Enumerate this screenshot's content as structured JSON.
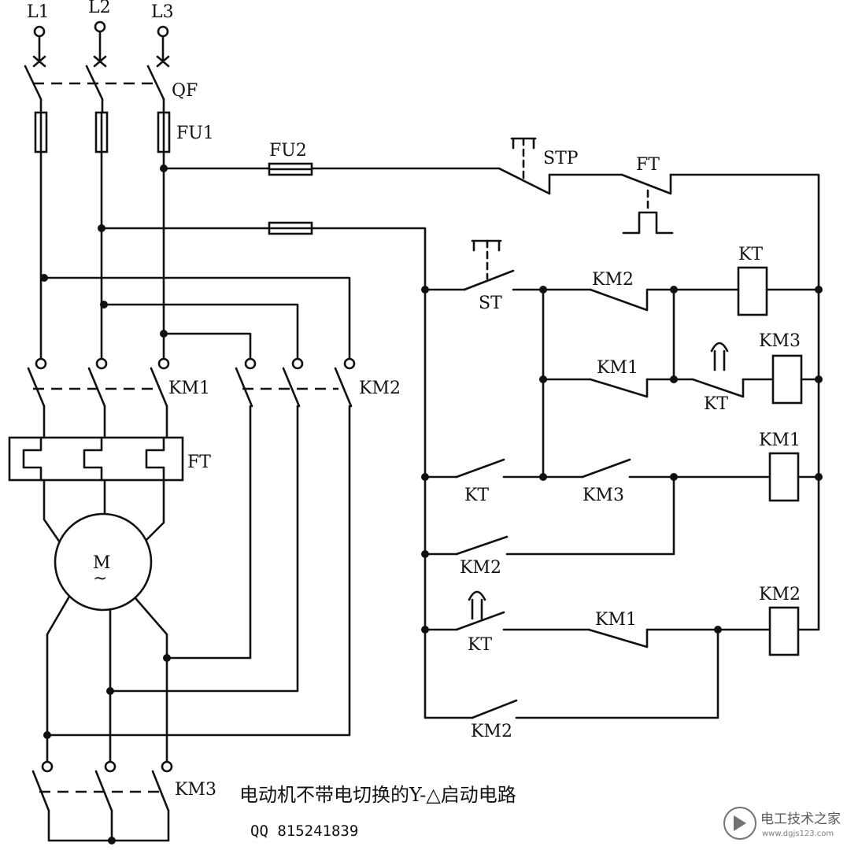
{
  "labels": {
    "L1": "L1",
    "L2": "L2",
    "L3": "L3",
    "QF": "QF",
    "FU1": "FU1",
    "FU2": "FU2",
    "STP": "STP",
    "FT_top": "FT",
    "ST": "ST",
    "KM1_main": "KM1",
    "KM2_main": "KM2",
    "FT_relay": "FT",
    "M": "M",
    "M_tilde": "~",
    "KM3_main": "KM3",
    "KT_coil": "KT",
    "KM2_nc1": "KM2",
    "KM3_coil": "KM3",
    "KM1_nc1": "KM1",
    "KT_td1": "KT",
    "KM1_coil": "KM1",
    "KT_no": "KT",
    "KM3_no": "KM3",
    "KM2_no1": "KM2",
    "KM2_coil": "KM2",
    "KT_td2": "KT",
    "KM1_nc2": "KM1",
    "KM2_no2": "KM2"
  },
  "caption": {
    "title": "电动机不带电切换的Y-△启动电路",
    "qq": "QQ 815241839"
  },
  "watermark": {
    "name": "电工技术之家",
    "url": "www.dgjs123.com"
  }
}
